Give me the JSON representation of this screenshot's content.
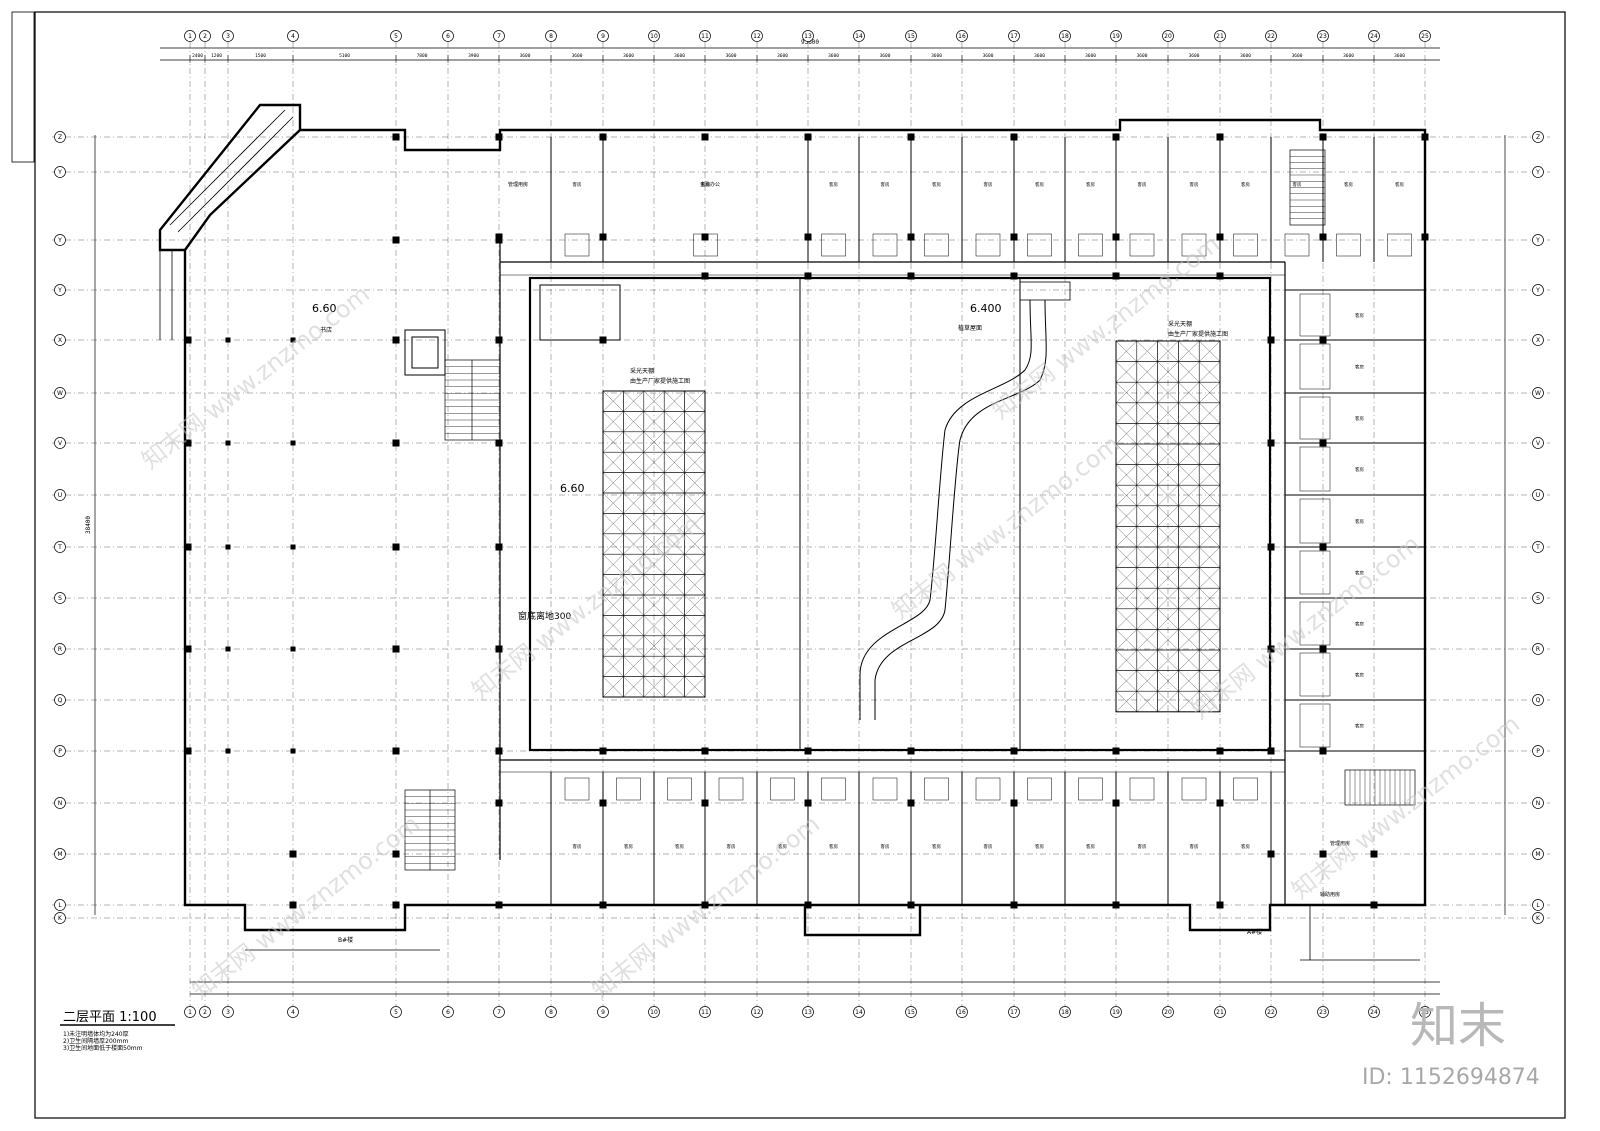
{
  "drawing": {
    "title": "二层平面 1:100",
    "notes": [
      "1)未注明墙体均为240厚",
      "2)卫生间隔墙厚200mm",
      "3)卫生间地面低于楼面50mm"
    ],
    "elevations": [
      "6.60",
      "6.60",
      "6.400"
    ]
  },
  "column_grid": {
    "top": [
      "1",
      "2",
      "3",
      "4",
      "5",
      "6",
      "7",
      "8",
      "9",
      "10",
      "11",
      "12",
      "13",
      "14",
      "15",
      "16",
      "17",
      "18",
      "19",
      "20",
      "21",
      "22",
      "23",
      "24",
      "25"
    ],
    "bottom": [
      "1",
      "2",
      "3",
      "4",
      "5",
      "6",
      "7",
      "8",
      "9",
      "10",
      "11",
      "12",
      "13",
      "14",
      "15",
      "16",
      "17",
      "18",
      "19",
      "20",
      "21",
      "22",
      "23",
      "24",
      "25"
    ],
    "left": [
      "Z",
      "Y",
      "Y",
      "Y",
      "X",
      "W",
      "V",
      "U",
      "T",
      "S",
      "R",
      "Q",
      "P",
      "N",
      "M",
      "L",
      "K"
    ]
  },
  "rooms": {
    "bookstore": "书店",
    "manager": "管理用房",
    "office": "金融办公",
    "guest": "客房",
    "roof": "植草屋面",
    "skylight_title": "采光天棚",
    "skylight_note": "由生产厂家提供施工图",
    "window_sill": "窗底离地300",
    "aux": "辅助用房",
    "building_b": "B#楼",
    "building_a": "A#楼"
  },
  "dimensions": {
    "top_segments": [
      "2400",
      "1200",
      "1500",
      "5100",
      "7800",
      "3900",
      "3600",
      "3600",
      "3600",
      "3600",
      "3600",
      "3600",
      "3600",
      "3600",
      "3600",
      "3600",
      "3600",
      "3600",
      "3600",
      "3600",
      "3600",
      "3600",
      "3600",
      "3600"
    ],
    "total_width": "93600",
    "total_height": "38400",
    "bay": "3600"
  },
  "watermark": {
    "brand": "知末",
    "site": "www.znzmo.com",
    "site_cn": "知末网",
    "id": "ID: 1152694874"
  }
}
